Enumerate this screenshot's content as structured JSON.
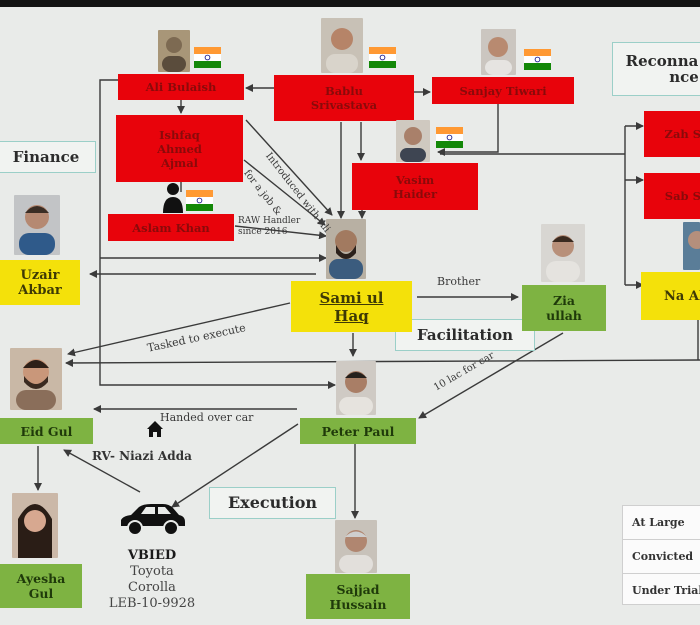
{
  "sections": {
    "finance": "Finance",
    "reconnaissance_line1": "Reconna",
    "reconnaissance_line2": "nce",
    "facilitation": "Facilitation",
    "execution": "Execution"
  },
  "nodes": {
    "ali_bulaish": "Ali Bulaish",
    "bablu_srivastava": "Bablu Srivastava",
    "sanjay_tiwari": "Sanjay Tiwari",
    "ishfaq_ahmed_ajmal": "Ishfaq Ahmed Ajmal",
    "aslam_khan": "Aslam Khan",
    "vasim_haider": "Vasim Haider",
    "zah_sh": "Zah Sh",
    "sab_sh": "Sab Sh",
    "uzair_akbar": "Uzair Akbar",
    "sami_ul_haq": "Sami ul Haq",
    "zia_ullah": "Zia ullah",
    "na_ak": "Na Ak",
    "eid_gul": "Eid Gul",
    "peter_paul": "Peter Paul",
    "ayesha_gul": "Ayesha Gul",
    "sajjad_hussain": "Sajjad Hussain"
  },
  "edge_labels": {
    "introduced": "Introduced with Ali",
    "job": "for a job &",
    "raw_handler_line1": "RAW Handler",
    "raw_handler_line2": "since 2016",
    "brother": "Brother",
    "tasked": "Tasked to execute",
    "lac": "10 lac for car",
    "handed": "Handed over car",
    "rv": "RV- Niazi Adda"
  },
  "vbied": {
    "title": "VBIED",
    "make": "Toyota",
    "model": "Corolla",
    "plate": "LEB-10-9928"
  },
  "legend": [
    "At Large",
    "Convicted",
    "Under Trial"
  ],
  "icons": [
    "india-flag-icon",
    "house-icon",
    "car-icon",
    "person-silhouette-icon"
  ],
  "colors": {
    "red": "#e8030b",
    "yellow": "#f4e10a",
    "green": "#7eb342",
    "section_border": "#9bcfc8",
    "wire": "#3a3a3a"
  }
}
